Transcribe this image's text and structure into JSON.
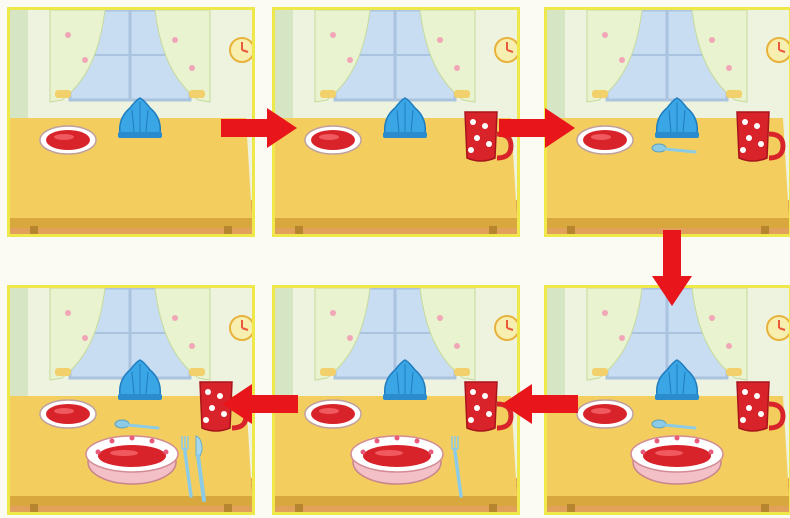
{
  "title": "",
  "panels": [
    {
      "step": 1,
      "items": [
        "napkin-holder",
        "small-plate"
      ]
    },
    {
      "step": 2,
      "items": [
        "napkin-holder",
        "small-plate",
        "mug"
      ]
    },
    {
      "step": 3,
      "items": [
        "napkin-holder",
        "small-plate",
        "mug",
        "spoon"
      ]
    },
    {
      "step": 4,
      "items": [
        "napkin-holder",
        "small-plate",
        "mug",
        "spoon",
        "soup-bowl"
      ]
    },
    {
      "step": 5,
      "items": [
        "napkin-holder",
        "small-plate",
        "mug",
        "soup-bowl",
        "fork"
      ]
    },
    {
      "step": 6,
      "items": [
        "napkin-holder",
        "small-plate",
        "mug",
        "spoon",
        "soup-bowl",
        "fork",
        "knife"
      ]
    }
  ],
  "arrows": [
    {
      "from": 1,
      "to": 2,
      "direction": "right"
    },
    {
      "from": 2,
      "to": 3,
      "direction": "right"
    },
    {
      "from": 3,
      "to": 4,
      "direction": "down"
    },
    {
      "from": 4,
      "to": 5,
      "direction": "left"
    },
    {
      "from": 5,
      "to": 6,
      "direction": "left"
    }
  ],
  "colors": {
    "panel_border": "#efe84a",
    "arrow": "#e8151b",
    "table": "#f3ce5e",
    "wall": "#eef3df",
    "dishes": "#d9232b",
    "napkin": "#3aa6e6"
  }
}
